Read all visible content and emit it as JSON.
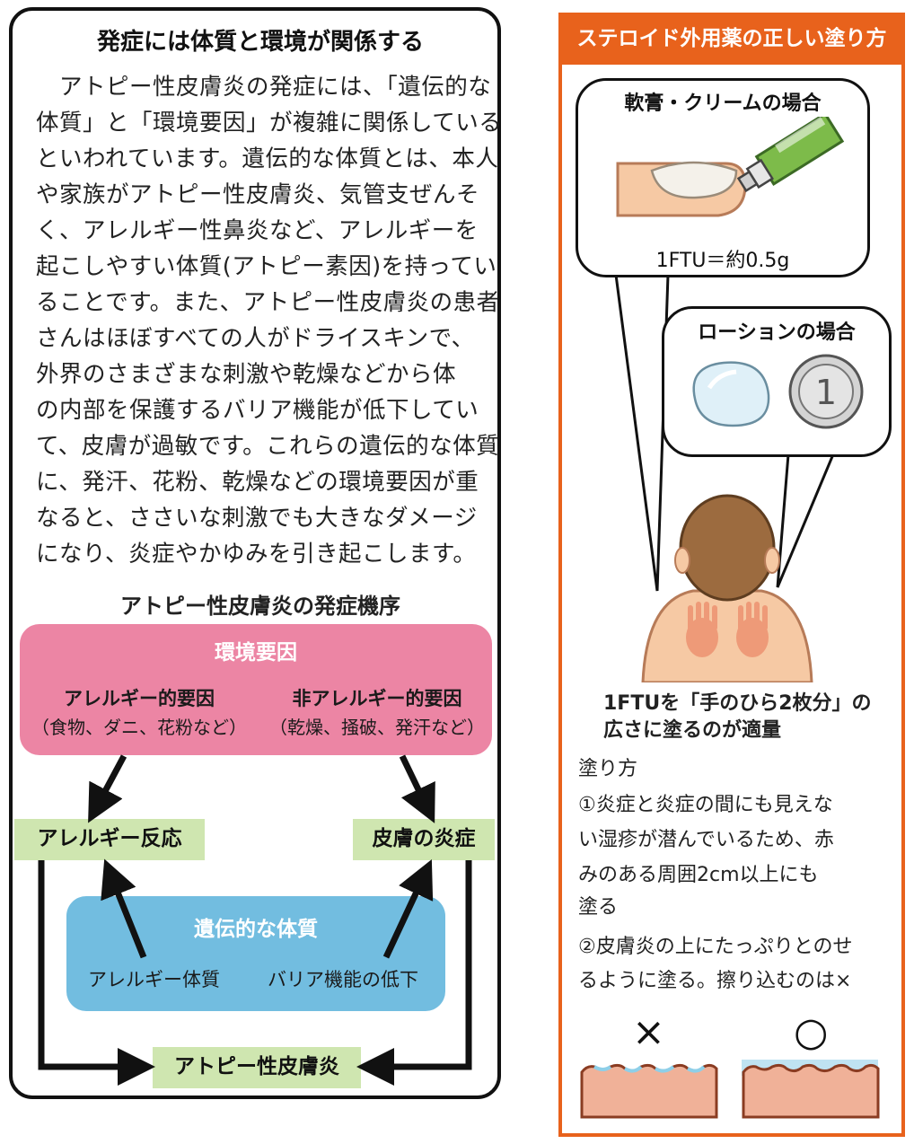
{
  "left": {
    "title": "発症には体質と環境が関係する",
    "paragraph_lines": [
      "　アトピー性皮膚炎の発症には、「遺伝的な",
      "体質」と「環境要因」が複雑に関係している",
      "といわれています。遺伝的な体質とは、本人",
      "や家族がアトピー性皮膚炎、気管支ぜんそ",
      "く、アレルギー性鼻炎など、アレルギーを",
      "起こしやすい体質(アトピー素因)を持ってい",
      "ることです。また、アトピー性皮膚炎の患者",
      "さんはほぼすべての人がドライスキンで、",
      "外界のさまざまな刺激や乾燥などから体",
      "の内部を保護するバリア機能が低下してい",
      "て、皮膚が過敏です。これらの遺伝的な体質",
      "に、発汗、花粉、乾燥などの環境要因が重",
      "なると、ささいな刺激でも大きなダメージ",
      "になり、炎症やかゆみを引き起こします。"
    ],
    "diagram_title": "アトピー性皮膚炎の発症機序",
    "env": {
      "title": "環境要因",
      "allergic": "アレルギー的要因",
      "allergic_note": "（食物、ダニ、花粉など）",
      "nonallergic": "非アレルギー的要因",
      "nonallergic_note": "（乾燥、掻破、発汗など）"
    },
    "allergy_reaction": "アレルギー反応",
    "skin_inflammation": "皮膚の炎症",
    "genetic": {
      "title": "遺伝的な体質",
      "allergy_constitution": "アレルギー体質",
      "barrier_decline": "バリア機能の低下"
    },
    "result": "アトピー性皮膚炎"
  },
  "right": {
    "header": "ステロイド外用薬の正しい塗り方",
    "ointment_title": "軟膏・クリームの場合",
    "ointment_amount": "1FTU＝約0.5g",
    "lotion_title": "ローションの場合",
    "coin_label": "1",
    "ftu_lines": [
      "1FTUを「手のひら2枚分」の",
      "広さに塗るのが適量"
    ],
    "howto_title": "塗り方",
    "howto_lines": [
      "①炎症と炎症の間にも見えな",
      "い湿疹が潜んでいるため、赤",
      "みのある周囲2cm以上にも",
      "塗る",
      "②皮膚炎の上にたっぷりとのせ",
      "るように塗る。擦り込むのは×"
    ],
    "wrong_mark": "×",
    "right_mark": "○"
  },
  "colors": {
    "env_pink": "#ec85a4",
    "genetic_blue": "#72bde0",
    "label_green": "#cfe6b0",
    "accent_orange": "#e8621c"
  }
}
